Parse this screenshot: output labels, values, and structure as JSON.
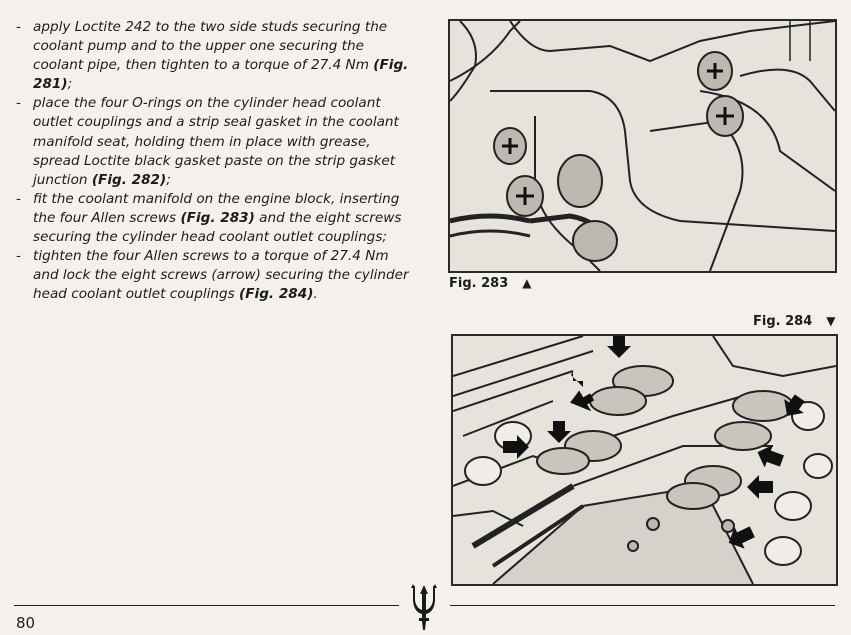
{
  "instructions": [
    {
      "parts": [
        {
          "text": "apply Loctite 242 to the two side studs securing the coolant pump and to the upper one securing the coolant pipe, then tighten to a torque of 27.4 Nm ",
          "bold": false
        },
        {
          "text": "(Fig. 281)",
          "bold": true
        },
        {
          "text": ";",
          "bold": false
        }
      ]
    },
    {
      "parts": [
        {
          "text": "place the four O-rings on the cylinder head coolant outlet couplings and a strip seal gasket in the coolant manifold seat, holding them in place with grease, spread Loctite black gasket paste on the strip gasket junction ",
          "bold": false
        },
        {
          "text": "(Fig. 282)",
          "bold": true
        },
        {
          "text": ";",
          "bold": false
        }
      ]
    },
    {
      "parts": [
        {
          "text": "fit the coolant manifold on the engine block, inserting the four Allen screws ",
          "bold": false
        },
        {
          "text": "(Fig. 283)",
          "bold": true
        },
        {
          "text": " and the eight screws securing the cylinder head coolant outlet couplings;",
          "bold": false
        }
      ]
    },
    {
      "parts": [
        {
          "text": "tighten the four Allen screws to a torque of 27.4 Nm and lock the eight screws (arrow) securing the cylinder head coolant outlet couplings ",
          "bold": false
        },
        {
          "text": "(Fig. 284)",
          "bold": true
        },
        {
          "text": ".",
          "bold": false
        }
      ]
    }
  ],
  "figures": {
    "fig283": {
      "label": "Fig. 283",
      "marker": "▲"
    },
    "fig284": {
      "label": "Fig. 284",
      "marker": "▼"
    }
  },
  "footer": {
    "page_number": "80"
  },
  "icons": {
    "logo": "trident-logo-icon"
  }
}
